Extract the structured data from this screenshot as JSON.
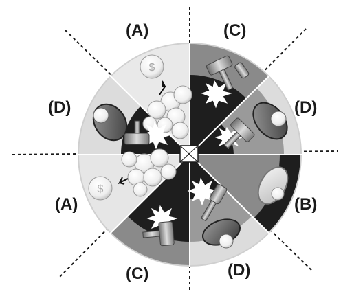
{
  "diagram": {
    "labels": {
      "top_left": "(A)",
      "top_right": "(C)",
      "right_upper": "(D)",
      "right_lower": "(B)",
      "bottom_right": "(D)",
      "bottom_left": "(C)",
      "left_lower": "(A)",
      "left_upper": "(D)"
    },
    "icons": {
      "coin": "coin-icon",
      "hammer": "hammer-icon",
      "impact": "impact-burst-icon",
      "saucer": "saucer-icon",
      "arrow": "arrow-icon"
    },
    "colors": {
      "outer_light": "#d9d9d9",
      "medium_gray": "#8a8a8a",
      "dark": "#1e1e1e",
      "pale": "#e6e6e6",
      "divider": "#1a1a1a"
    }
  }
}
